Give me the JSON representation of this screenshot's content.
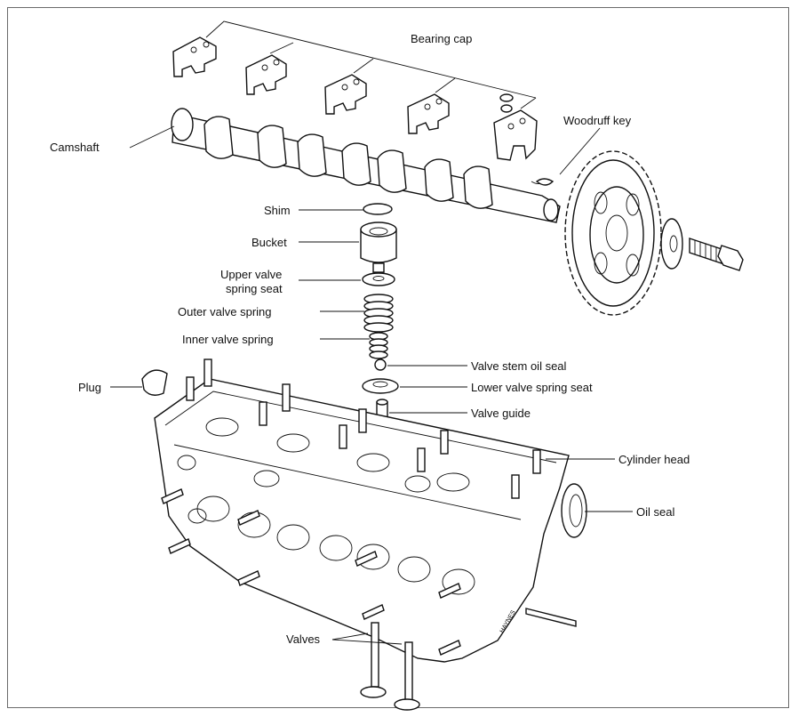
{
  "labels": {
    "bearing_cap": "Bearing cap",
    "woodruff_key": "Woodruff key",
    "camshaft": "Camshaft",
    "shim": "Shim",
    "bucket": "Bucket",
    "upper_valve_line1": "Upper valve",
    "upper_valve_line2": "spring seat",
    "outer_valve_spring": "Outer valve spring",
    "inner_valve_spring": "Inner valve spring",
    "valve_stem_oil_seal": "Valve stem oil seal",
    "lower_valve_spring_seat": "Lower valve spring seat",
    "plug": "Plug",
    "valve_guide": "Valve guide",
    "cylinder_head": "Cylinder head",
    "oil_seal": "Oil seal",
    "valves": "Valves"
  },
  "colors": {
    "ink": "#111111",
    "frame": "#6b6b6b",
    "paper": "#ffffff"
  }
}
